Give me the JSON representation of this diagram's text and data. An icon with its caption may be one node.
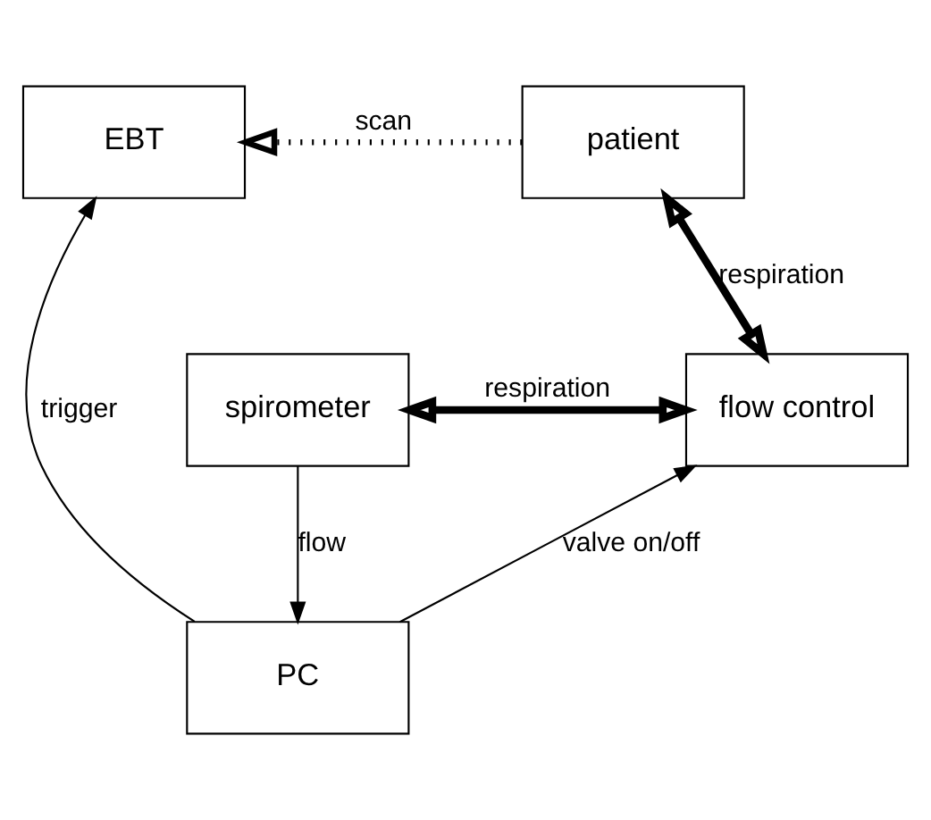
{
  "diagram": {
    "nodes": [
      {
        "text": [
          "EBT"
        ]
      },
      {
        "text": [
          "patient"
        ]
      },
      {
        "text": [
          "spirometer"
        ]
      },
      {
        "text": [
          "flow control"
        ]
      },
      {
        "text": [
          "PC"
        ]
      }
    ],
    "edges": [
      {
        "from": 1,
        "to": 0,
        "arrow": "to",
        "label": "scan",
        "style": "dashed"
      },
      {
        "from": 1,
        "to": 3,
        "arrow": "both",
        "label": "respiration",
        "style": "thick"
      },
      {
        "from": 2,
        "to": 3,
        "arrow": "both",
        "label": "respiration",
        "style": "thick"
      },
      {
        "from": 2,
        "to": 4,
        "arrow": "to",
        "label": "flow"
      },
      {
        "from": 4,
        "to": 3,
        "arrow": "to",
        "label": "valve on/off"
      },
      {
        "from": 4,
        "to": 0,
        "arrow": "to",
        "label": "trigger"
      }
    ]
  }
}
